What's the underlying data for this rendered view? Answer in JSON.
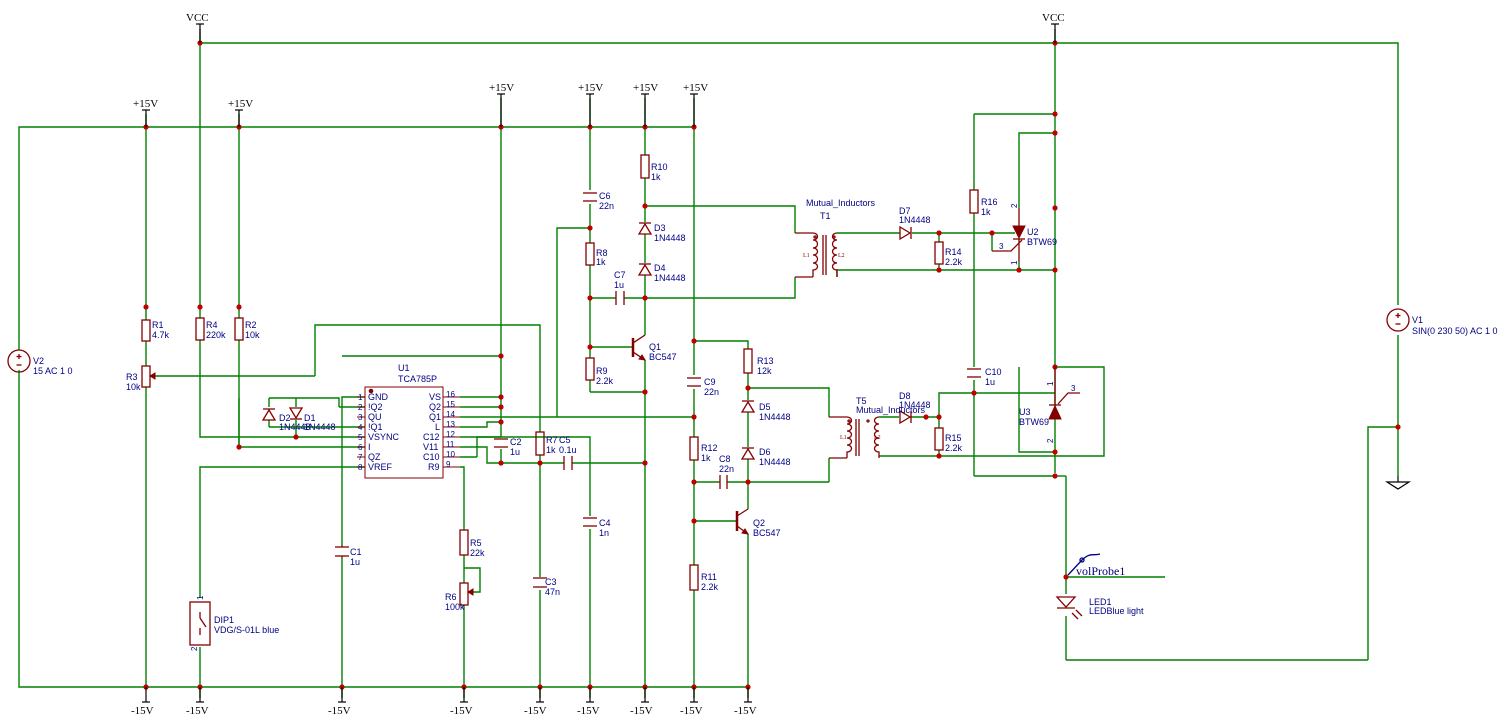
{
  "power": {
    "vcc": "VCC",
    "p15": "+15V",
    "m15": "-15V"
  },
  "components": {
    "V1": {
      "ref": "V1",
      "value": "SIN(0 230 50) AC 1 0"
    },
    "V2": {
      "ref": "V2",
      "value": "15 AC 1 0"
    },
    "R1": {
      "ref": "R1",
      "value": "4.7k"
    },
    "R2": {
      "ref": "R2",
      "value": "10k"
    },
    "R3": {
      "ref": "R3",
      "value": "10k"
    },
    "R4": {
      "ref": "R4",
      "value": "220k"
    },
    "R5": {
      "ref": "R5",
      "value": "22k"
    },
    "R6": {
      "ref": "R6",
      "value": "100k"
    },
    "R7": {
      "ref": "R7",
      "value": "1k"
    },
    "R8": {
      "ref": "R8",
      "value": "1k"
    },
    "R9": {
      "ref": "R9",
      "value": "2.2k"
    },
    "R10": {
      "ref": "R10",
      "value": "1k"
    },
    "R11": {
      "ref": "R11",
      "value": "2.2k"
    },
    "R12": {
      "ref": "R12",
      "value": "1k"
    },
    "R13": {
      "ref": "R13",
      "value": "12k"
    },
    "R14": {
      "ref": "R14",
      "value": "2.2k"
    },
    "R15": {
      "ref": "R15",
      "value": "2.2k"
    },
    "R16": {
      "ref": "R16",
      "value": "1k"
    },
    "C1": {
      "ref": "C1",
      "value": "1u"
    },
    "C2": {
      "ref": "C2",
      "value": "1u"
    },
    "C3": {
      "ref": "C3",
      "value": "47n"
    },
    "C4": {
      "ref": "C4",
      "value": "1n"
    },
    "C5": {
      "ref": "C5",
      "value": "0.1u"
    },
    "C6": {
      "ref": "C6",
      "value": "22n"
    },
    "C7": {
      "ref": "C7",
      "value": "1u"
    },
    "C8": {
      "ref": "C8",
      "value": "22n"
    },
    "C9": {
      "ref": "C9",
      "value": "22n"
    },
    "C10a": {
      "ref": "C10",
      "value": "1u"
    },
    "D1": {
      "ref": "D1",
      "value": "1N4448"
    },
    "D2": {
      "ref": "D2",
      "value": "1N4448"
    },
    "D3": {
      "ref": "D3",
      "value": "1N4448"
    },
    "D4": {
      "ref": "D4",
      "value": "1N4448"
    },
    "D5": {
      "ref": "D5",
      "value": "1N4448"
    },
    "D6": {
      "ref": "D6",
      "value": "1N4448"
    },
    "D7": {
      "ref": "D7",
      "value": "1N4448"
    },
    "D8": {
      "ref": "D8",
      "value": "1N4448"
    },
    "Q1": {
      "ref": "Q1",
      "value": "BC547"
    },
    "Q2": {
      "ref": "Q2",
      "value": "BC547"
    },
    "T1": {
      "ref": "T1",
      "value": "Mutual_Inductors"
    },
    "T5": {
      "ref": "T5",
      "value": "Mutual_Inductors"
    },
    "U2": {
      "ref": "U2",
      "value": "BTW69"
    },
    "U3": {
      "ref": "U3",
      "value": "BTW69"
    },
    "U1": {
      "ref": "U1",
      "value": "TCA785P"
    },
    "DIP1": {
      "ref": "DIP1",
      "value": "VDG/S-01L blue"
    },
    "LED1": {
      "ref": "LED1",
      "value": "LEDBlue light"
    },
    "probe": "volProbe1",
    "coil": {
      "l1": "L1",
      "l2": "L2"
    }
  },
  "u1_pins": {
    "left": [
      {
        "num": "1",
        "name": "GND"
      },
      {
        "num": "2",
        "name": "!Q2"
      },
      {
        "num": "3",
        "name": "QU"
      },
      {
        "num": "4",
        "name": "!Q1"
      },
      {
        "num": "5",
        "name": "VSYNC"
      },
      {
        "num": "6",
        "name": "I"
      },
      {
        "num": "7",
        "name": "QZ"
      },
      {
        "num": "8",
        "name": "VREF"
      }
    ],
    "right": [
      {
        "num": "16",
        "name": "VS"
      },
      {
        "num": "15",
        "name": "Q2"
      },
      {
        "num": "14",
        "name": "Q1"
      },
      {
        "num": "13",
        "name": "L"
      },
      {
        "num": "12",
        "name": "C12"
      },
      {
        "num": "11",
        "name": "V11"
      },
      {
        "num": "10",
        "name": "C10"
      },
      {
        "num": "9",
        "name": "R9"
      }
    ]
  },
  "thyristor_pins": {
    "a": "1",
    "k": "2",
    "g": "3"
  },
  "dip_pins": {
    "p1": "1",
    "p2": "2"
  },
  "colors": {
    "wire": "#008000",
    "component": "#840000",
    "label": "#000084",
    "junction": "#c00000"
  }
}
